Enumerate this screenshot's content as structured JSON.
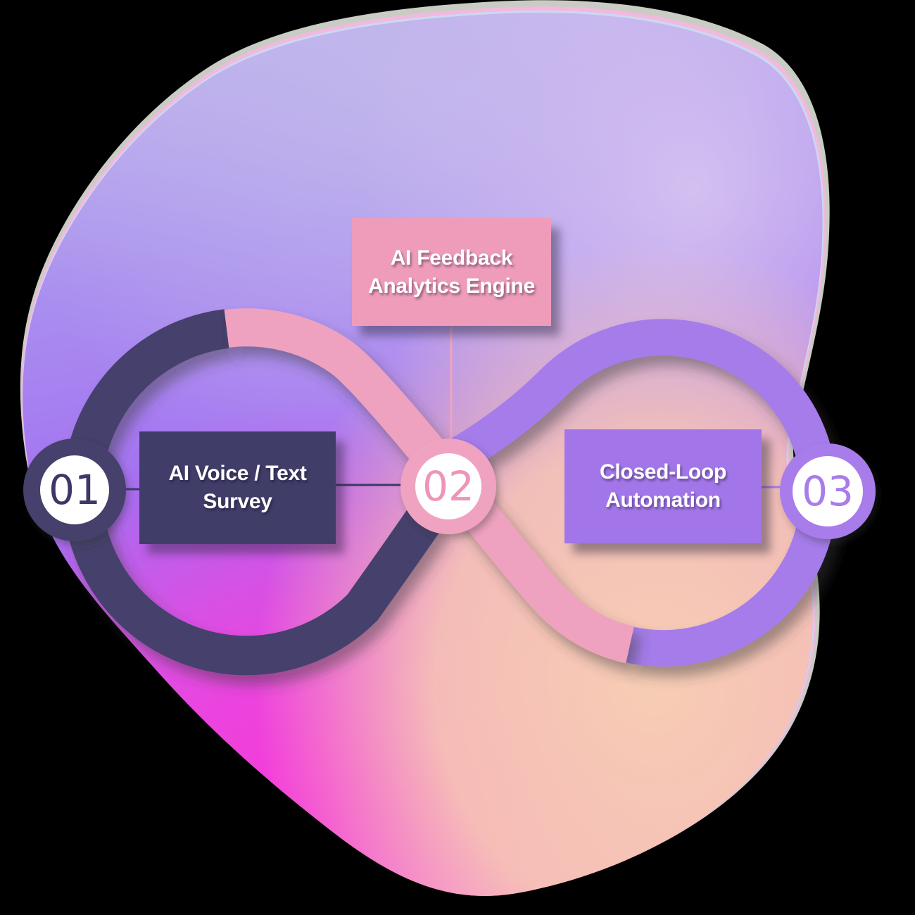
{
  "diagram": {
    "type": "infinity-loop-process-diagram",
    "background": {
      "blob_colors": {
        "rim_gray": "#c9ccc3",
        "rim_pink": "#f0b9dd",
        "rim_blue": "#ccd8f1",
        "top_lavender": "#bfb5ec",
        "mid_purple": "#a46ff2",
        "bottom_magenta": "#f53bda",
        "bottom_peach": "#f7cdb4"
      }
    },
    "loop": {
      "segment_colors": {
        "navy": "#45416c",
        "pink": "#efa2bf",
        "purple": "#a57cea"
      }
    },
    "steps": [
      {
        "number": "01",
        "ring_color": "#45416c",
        "number_color": "#3d3966",
        "box_color": "#413d69",
        "label_line1": "AI Voice / Text",
        "label_line2": "Survey"
      },
      {
        "number": "02",
        "ring_color": "#f0a3c1",
        "number_color": "#ef94b9",
        "box_color": "#ee9cba",
        "label_line1": "AI Feedback",
        "label_line2": "Analytics Engine"
      },
      {
        "number": "03",
        "ring_color": "#a87ceb",
        "number_color": "#a87ceb",
        "box_color": "#a276e8",
        "label_line1": "Closed-Loop",
        "label_line2": "Automation"
      }
    ]
  }
}
